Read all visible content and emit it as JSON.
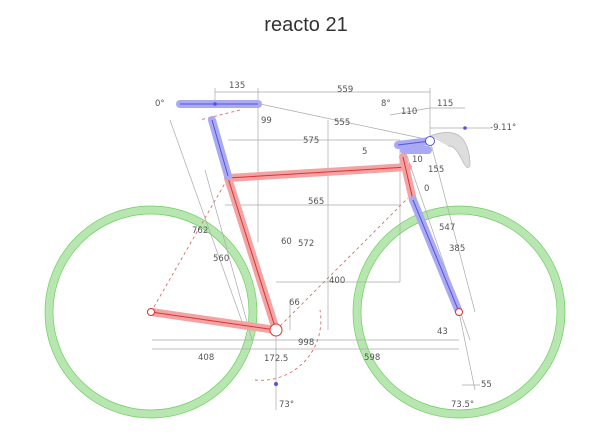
{
  "title": "reacto 21",
  "dimensions": {
    "saddle_setback": "135",
    "saddle_tilt": "0°",
    "reach_to_bars": "559",
    "stem_angle": "8°",
    "stem_length": "110",
    "bar_reach": "115",
    "bar_angle": "-9.11°",
    "saddle_drop": "99",
    "saddle_to_bar": "555",
    "top_tube": "575",
    "spacers": "5",
    "headset": "10",
    "head_tube": "155",
    "fork_offset_top": "0",
    "stack_line": "565",
    "seat_tube_length": "762",
    "seat_tube": "560",
    "seat_setback": "60",
    "stack": "572",
    "reach": "400",
    "fork_length": "547",
    "fork": "385",
    "bb_drop": "66",
    "front_center": "998",
    "wheelbase_label": "998",
    "fork_rake": "43",
    "chainstay": "408",
    "crank_length": "172.5",
    "front_wheel_dist": "598",
    "trail": "55",
    "seat_angle": "73°",
    "head_angle": "73.5°"
  },
  "colors": {
    "frame": "#f2a3a3",
    "cockpit": "#a9a9f4",
    "wheels": "#b8e6b0"
  }
}
